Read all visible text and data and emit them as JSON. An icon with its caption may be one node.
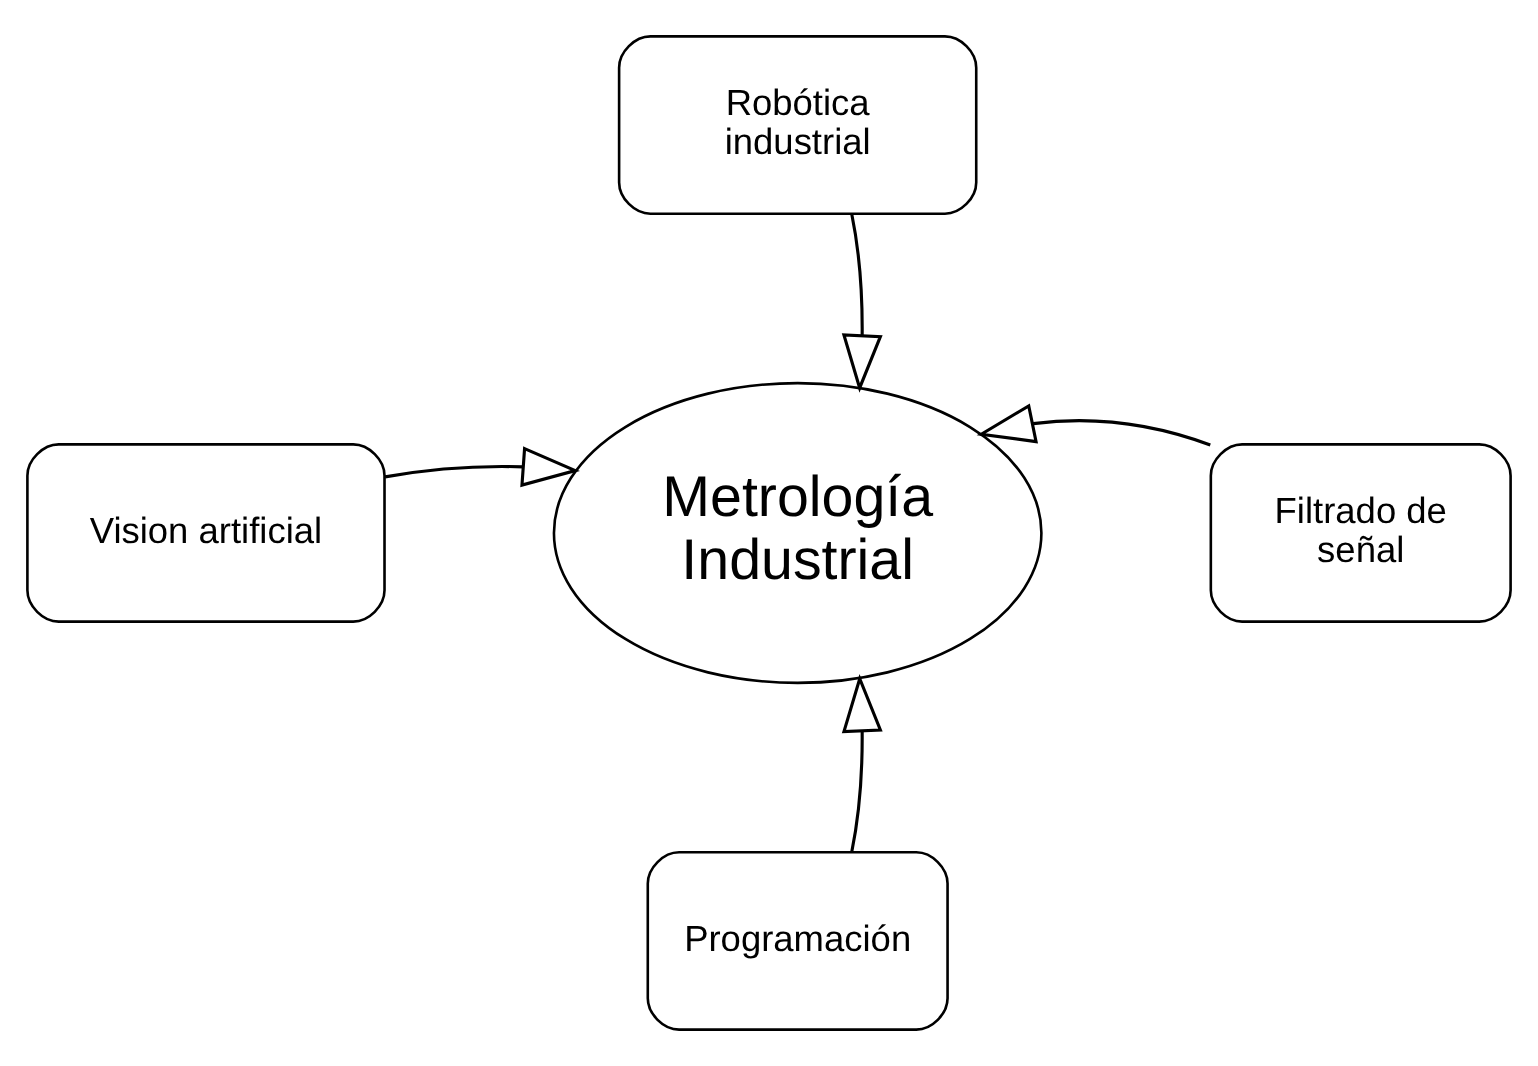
{
  "diagram": {
    "nodes": [
      {
        "text": [
          "Metrología Industrial"
        ]
      },
      {
        "text": [
          "Robótica industrial"
        ]
      },
      {
        "text": [
          "Vision artificial"
        ]
      },
      {
        "text": [
          "Filtrado de señal"
        ]
      },
      {
        "text": [
          "Programación"
        ]
      }
    ],
    "edges": [
      {
        "from": 1,
        "to": 0,
        "arrow": "to"
      },
      {
        "from": 2,
        "to": 0,
        "arrow": "to"
      },
      {
        "from": 3,
        "to": 0,
        "arrow": "to"
      },
      {
        "from": 4,
        "to": 0,
        "arrow": "to"
      }
    ]
  }
}
